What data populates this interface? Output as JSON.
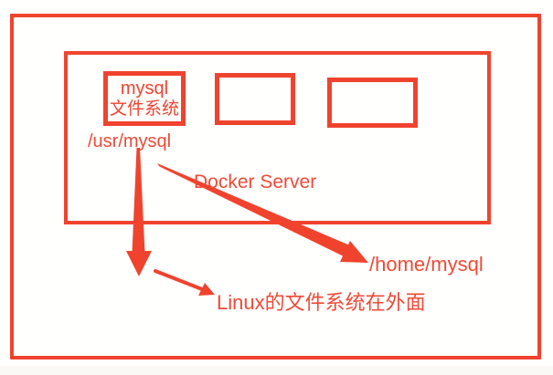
{
  "colors": {
    "accent": "#f0432e",
    "text": "#ef4a36",
    "background": "#ffffff"
  },
  "diagram": {
    "docker_server": {
      "label": "Docker Server"
    },
    "mysql_box": {
      "line1": "mysql",
      "line2": "文件系统"
    },
    "usr_mysql": {
      "label": "/usr/mysql"
    },
    "home_mysql": {
      "label": "/home/mysql"
    },
    "linux_note": {
      "label": "Linux的文件系统在外面"
    },
    "arrows": [
      {
        "name": "down-arrow-icon",
        "from": "/usr/mysql",
        "to": "Linux host filesystem"
      },
      {
        "name": "diagonal-arrow-icon",
        "from": "/usr/mysql",
        "to": "/home/mysql"
      },
      {
        "name": "pointer-arrow-icon",
        "from": "down-arrow tip",
        "to": "Linux的文件系统在外面"
      }
    ]
  }
}
